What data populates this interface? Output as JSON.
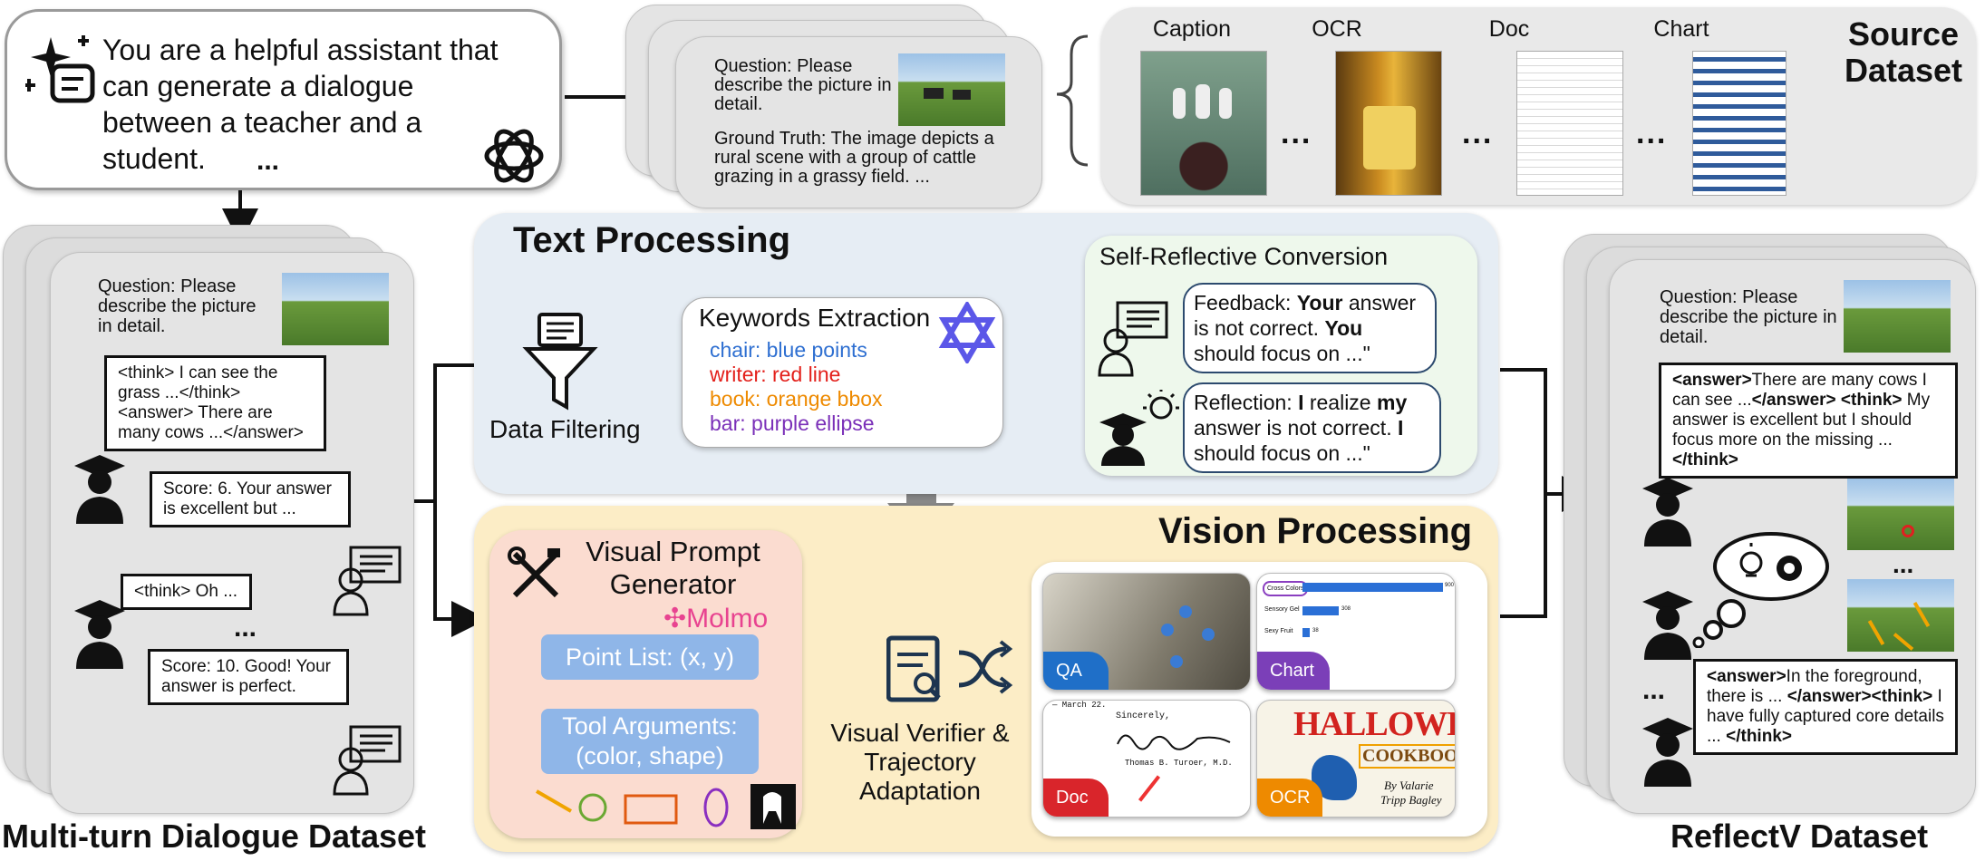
{
  "system_prompt": {
    "text": "You are a helpful assistant that can generate a dialogue between a teacher and a student.",
    "dots": "..."
  },
  "source_sample": {
    "question": "Question: Please describe the picture in detail.",
    "ground_truth": "Ground Truth: The image depicts a rural scene with a group of cattle grazing in a grassy field. ..."
  },
  "source_dataset": {
    "title_line1": "Source",
    "title_line2": "Dataset",
    "categories": [
      "Caption",
      "OCR",
      "Doc",
      "Chart"
    ],
    "separator": "..."
  },
  "dialogue_dataset": {
    "title": "Multi-turn Dialogue Dataset",
    "question": "Question: Please describe the picture in detail.",
    "student_turn_1": "<think> I can see the grass ...</think> <answer> There are many cows ...</answer>",
    "teacher_turn_1": "Score: 6. Your answer is excellent but ...",
    "student_turn_2": "<think> Oh ...",
    "ellipsis": "...",
    "teacher_turn_2": "Score: 10. Good! Your answer is perfect."
  },
  "text_processing": {
    "title": "Text Processing",
    "data_filtering": "Data Filtering",
    "keywords_title": "Keywords Extraction",
    "keywords": [
      {
        "text": "chair: blue points",
        "color": "#2e6fd1"
      },
      {
        "text": "writer: red line",
        "color": "#e3201b"
      },
      {
        "text": "book: orange bbox",
        "color": "#ee8a00"
      },
      {
        "text": "bar: purple ellipse",
        "color": "#7a2fb8"
      }
    ],
    "self_reflective_title": "Self-Reflective Conversion",
    "feedback": {
      "p1": "Feedback: ",
      "b1": "Your",
      "p2": " answer is not correct. ",
      "b2": "You",
      "p3": " should focus on ...\""
    },
    "reflection": {
      "p1": "Reflection: ",
      "b1": "I",
      "p2": " realize ",
      "b2": "my",
      "p3": " answer is not correct. ",
      "b3": "I",
      "p4": " should focus on  ...\""
    }
  },
  "vision_processing": {
    "title": "Vision Processing",
    "generator_title": "Visual Prompt Generator",
    "molmo": "Molmo",
    "point_list": "Point List: (x, y)",
    "tool_arguments": "Tool Arguments: (color, shape)",
    "verifier": "Visual Verifier & Trajectory Adaptation",
    "examples": [
      {
        "tag": "QA",
        "color": "#1f6fc8"
      },
      {
        "tag": "Chart",
        "color": "#7b3fb8"
      },
      {
        "tag": "Doc",
        "color": "#d9252b"
      },
      {
        "tag": "OCR",
        "color": "#ee8a00"
      }
    ],
    "chart_rows": [
      "Cross Colors",
      "Sensory Gel",
      "Sexy Fruit"
    ],
    "chart_vals": [
      "900",
      "308",
      "38"
    ],
    "doc_lines": [
      "— March 22.",
      "Sincerely,",
      "Thomas B. Turoer, M.D."
    ],
    "ocr_lines": [
      "HALLOWEEN",
      "COOKBOOK",
      "By Valarie",
      "Tripp Bagley"
    ]
  },
  "reflectv": {
    "title": "ReflectV Dataset",
    "question": "Question: Please describe the picture in detail.",
    "turn_1": {
      "t1": "<answer>",
      "t2": "There are many cows I can see ...",
      "t3": "</answer> <think>",
      "t4": "My answer is excellent but I should focus more on the missing  ... ",
      "t5": "</think>"
    },
    "turn_2": {
      "t1": "<answer>",
      "t2": "In the foreground, there is ... ",
      "t3": "</answer><think>",
      "t4": " I have fully captured core details ... ",
      "t5": "</think>"
    },
    "dots": "...",
    "ellipsis": "..."
  }
}
